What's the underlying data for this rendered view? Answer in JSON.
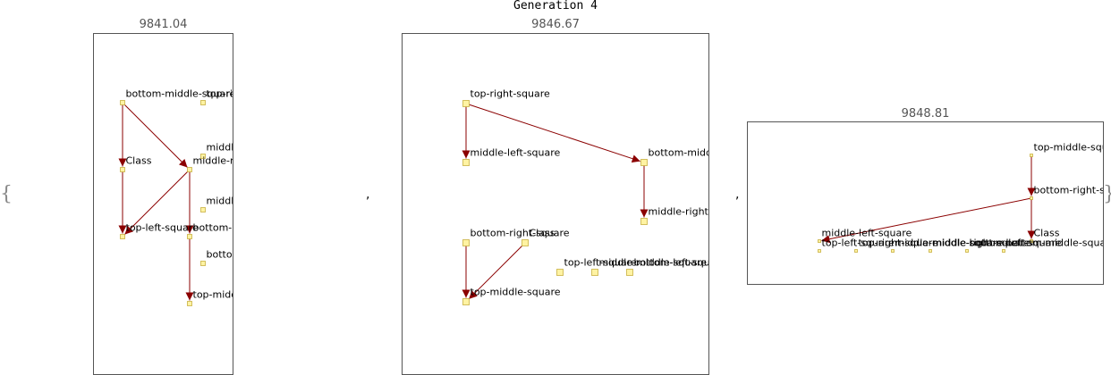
{
  "title": "Generation 4",
  "open_brace": "{",
  "close_brace": "}",
  "separator": ",",
  "colors": {
    "edge": "#8b0000",
    "node_fill": "#fff3a3",
    "node_stroke": "#c8b040",
    "frame": "#555555"
  },
  "panels": [
    {
      "score": "9841.04",
      "nodes": [
        {
          "label": "bottom-middle-square"
        },
        {
          "label": "top-right-square"
        },
        {
          "label": "middle-left-square"
        },
        {
          "label": "Class"
        },
        {
          "label": "middle-right-square"
        },
        {
          "label": "middle-middle-square"
        },
        {
          "label": "top-left-square"
        },
        {
          "label": "bottom-left-square"
        },
        {
          "label": "bottom-right-square"
        },
        {
          "label": "top-middle-square"
        }
      ],
      "edges": [
        {
          "from": "bottom-middle-square",
          "to": "Class"
        },
        {
          "from": "bottom-middle-square",
          "to": "middle-right-square"
        },
        {
          "from": "Class",
          "to": "top-left-square"
        },
        {
          "from": "middle-right-square",
          "to": "top-left-square"
        },
        {
          "from": "middle-right-square",
          "to": "bottom-left-square"
        },
        {
          "from": "bottom-left-square",
          "to": "top-middle-square"
        }
      ]
    },
    {
      "score": "9846.67",
      "nodes": [
        {
          "label": "top-right-square"
        },
        {
          "label": "middle-left-square"
        },
        {
          "label": "bottom-middle-square"
        },
        {
          "label": "middle-right-square"
        },
        {
          "label": "bottom-right-square"
        },
        {
          "label": "Class"
        },
        {
          "label": "top-left-square"
        },
        {
          "label": "middle-middle-square"
        },
        {
          "label": "bottom-left-square"
        },
        {
          "label": "top-middle-square"
        }
      ],
      "edges": [
        {
          "from": "top-right-square",
          "to": "middle-left-square"
        },
        {
          "from": "top-right-square",
          "to": "bottom-middle-square"
        },
        {
          "from": "bottom-middle-square",
          "to": "middle-right-square"
        },
        {
          "from": "bottom-right-square",
          "to": "top-middle-square"
        },
        {
          "from": "Class",
          "to": "top-middle-square"
        }
      ]
    },
    {
      "score": "9848.81",
      "nodes": [
        {
          "label": "top-middle-square"
        },
        {
          "label": "bottom-right-square"
        },
        {
          "label": "middle-left-square"
        },
        {
          "label": "Class"
        },
        {
          "label": "top-left-square"
        },
        {
          "label": "top-right-square"
        },
        {
          "label": "middle-middle-square"
        },
        {
          "label": "middle-right-square"
        },
        {
          "label": "bottom-left-square"
        },
        {
          "label": "bottom-middle-square"
        }
      ],
      "edges": [
        {
          "from": "top-middle-square",
          "to": "bottom-right-square"
        },
        {
          "from": "bottom-right-square",
          "to": "middle-left-square"
        },
        {
          "from": "bottom-right-square",
          "to": "Class"
        }
      ]
    }
  ]
}
